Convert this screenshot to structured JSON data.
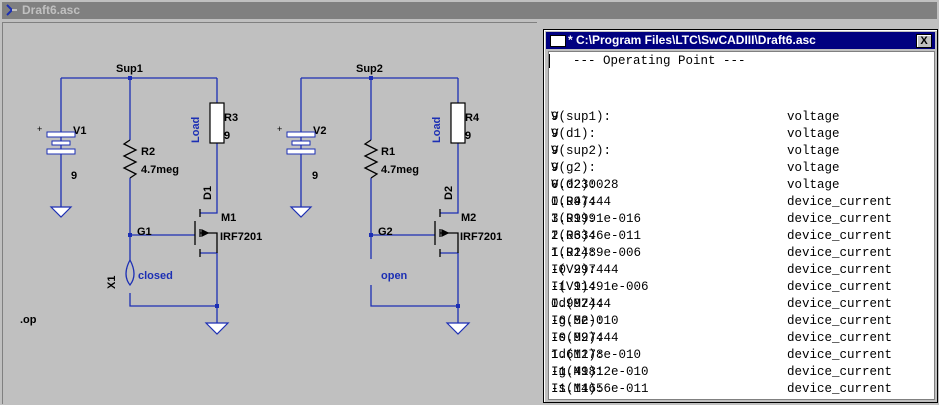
{
  "main_window": {
    "title": "Draft6.asc"
  },
  "schematic": {
    "directive": ".op",
    "left": {
      "net_sup": "Sup1",
      "net_gate": "G1",
      "source_name": "V1",
      "source_value": "9",
      "resistor_gate_name": "R2",
      "resistor_gate_value": "4.7meg",
      "load_tag": "Load",
      "resistor_load_name": "R3",
      "resistor_load_value": "9",
      "diode_name": "D1",
      "fet_name": "M1",
      "fet_model": "IRF7201",
      "switch_name": "X1",
      "switch_state": "closed"
    },
    "right": {
      "net_sup": "Sup2",
      "net_gate": "G2",
      "source_name": "V2",
      "source_value": "9",
      "resistor_gate_name": "R1",
      "resistor_gate_value": "4.7meg",
      "load_tag": "Load",
      "resistor_load_name": "R4",
      "resistor_load_value": "9",
      "diode_name": "D2",
      "fet_name": "M2",
      "fet_model": "IRF7201",
      "switch_state": "open"
    },
    "plus_sign": "+",
    "colors": {
      "wire": "#1c2fb4",
      "node": "#1c2fb4",
      "background": "#c0c0c0"
    }
  },
  "op_window": {
    "title": "* C:\\Program Files\\LTC\\SwCADIII\\Draft6.asc",
    "close_label": "X",
    "heading": "--- Operating Point ---",
    "rows": [
      {
        "name": "V(sup1):",
        "value": "9",
        "kind": "voltage"
      },
      {
        "name": "V(d1):",
        "value": "9",
        "kind": "voltage"
      },
      {
        "name": "V(sup2):",
        "value": "9",
        "kind": "voltage"
      },
      {
        "name": "V(g2):",
        "value": "9",
        "kind": "voltage"
      },
      {
        "name": "V(d2):",
        "value": "0.0230028",
        "kind": "voltage"
      },
      {
        "name": "I(R4):",
        "value": "0.997444",
        "kind": "device_current"
      },
      {
        "name": "I(R1):",
        "value": "3.99991e-016",
        "kind": "device_current"
      },
      {
        "name": "I(R3):",
        "value": "2.06346e-011",
        "kind": "device_current"
      },
      {
        "name": "I(R2):",
        "value": "1.91489e-006",
        "kind": "device_current"
      },
      {
        "name": "I(V2):",
        "value": "-0.997444",
        "kind": "device_current"
      },
      {
        "name": "I(V1):",
        "value": "-1.91491e-006",
        "kind": "device_current"
      },
      {
        "name": "Id(M2):",
        "value": "0.997444",
        "kind": "device_current"
      },
      {
        "name": "Ig(M2):",
        "value": "-6.5e-010",
        "kind": "device_current"
      },
      {
        "name": "Is(M2):",
        "value": "-0.997444",
        "kind": "device_current"
      },
      {
        "name": "Id(M1):",
        "value": "1.61278e-010",
        "kind": "device_current"
      },
      {
        "name": "Ig(M1):",
        "value": "-1.49812e-010",
        "kind": "device_current"
      },
      {
        "name": "Is(M1):",
        "value": "-1.14656e-011",
        "kind": "device_current"
      }
    ]
  }
}
